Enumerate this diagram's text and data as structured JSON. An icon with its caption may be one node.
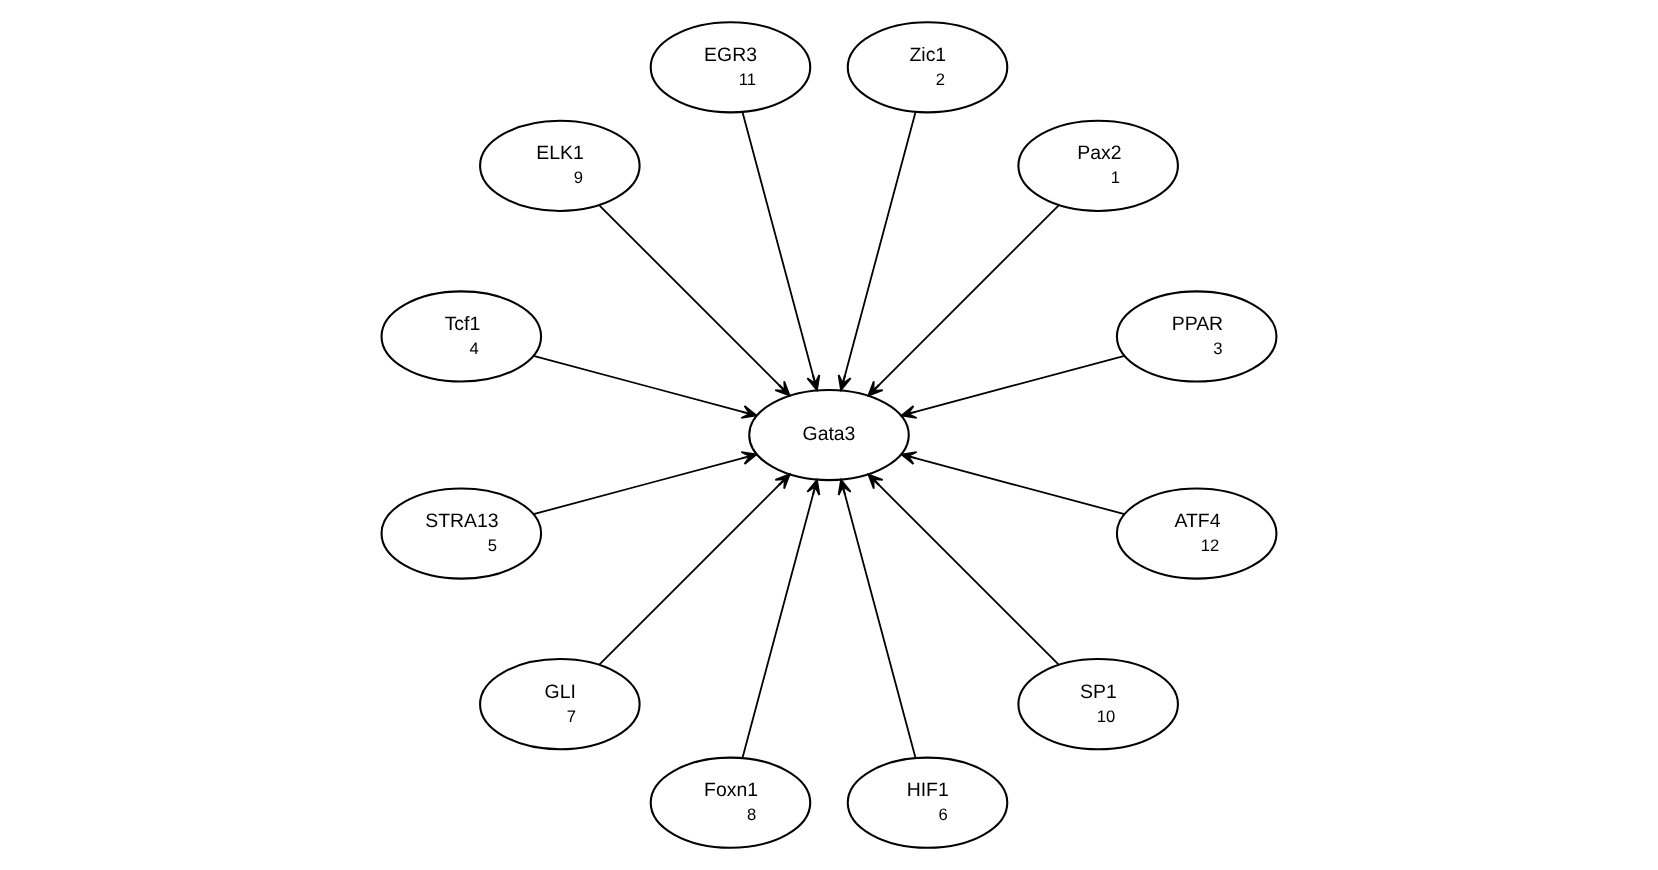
{
  "diagram": {
    "nodes": [
      {
        "text": [
          "PPAR",
          "3"
        ]
      },
      {
        "text": [
          "Pax2",
          "1"
        ]
      },
      {
        "text": [
          "Zic1",
          "2"
        ]
      },
      {
        "text": [
          "EGR3",
          "11"
        ]
      },
      {
        "text": [
          "ELK1",
          "9"
        ]
      },
      {
        "text": [
          "Gata3"
        ]
      },
      {
        "text": [
          "Tcf1",
          "4"
        ]
      },
      {
        "text": [
          "STRA13",
          "5"
        ]
      },
      {
        "text": [
          "GLI",
          "7"
        ]
      },
      {
        "text": [
          "Foxn1",
          "8"
        ]
      },
      {
        "text": [
          "HIF1",
          "6"
        ]
      },
      {
        "text": [
          "SP1",
          "10"
        ]
      },
      {
        "text": [
          "ATF4",
          "12"
        ]
      }
    ],
    "edges": [
      {
        "from": 0,
        "to": 5,
        "arrow": "to"
      },
      {
        "from": 1,
        "to": 5,
        "arrow": "to"
      },
      {
        "from": 2,
        "to": 5,
        "arrow": "to"
      },
      {
        "from": 3,
        "to": 5,
        "arrow": "to"
      },
      {
        "from": 4,
        "to": 5,
        "arrow": "to"
      },
      {
        "from": 6,
        "to": 5,
        "arrow": "to"
      },
      {
        "from": 7,
        "to": 5,
        "arrow": "to"
      },
      {
        "from": 8,
        "to": 5,
        "arrow": "to"
      },
      {
        "from": 9,
        "to": 5,
        "arrow": "to"
      },
      {
        "from": 10,
        "to": 5,
        "arrow": "to"
      },
      {
        "from": 11,
        "to": 5,
        "arrow": "to"
      },
      {
        "from": 12,
        "to": 5,
        "arrow": "to"
      }
    ]
  }
}
